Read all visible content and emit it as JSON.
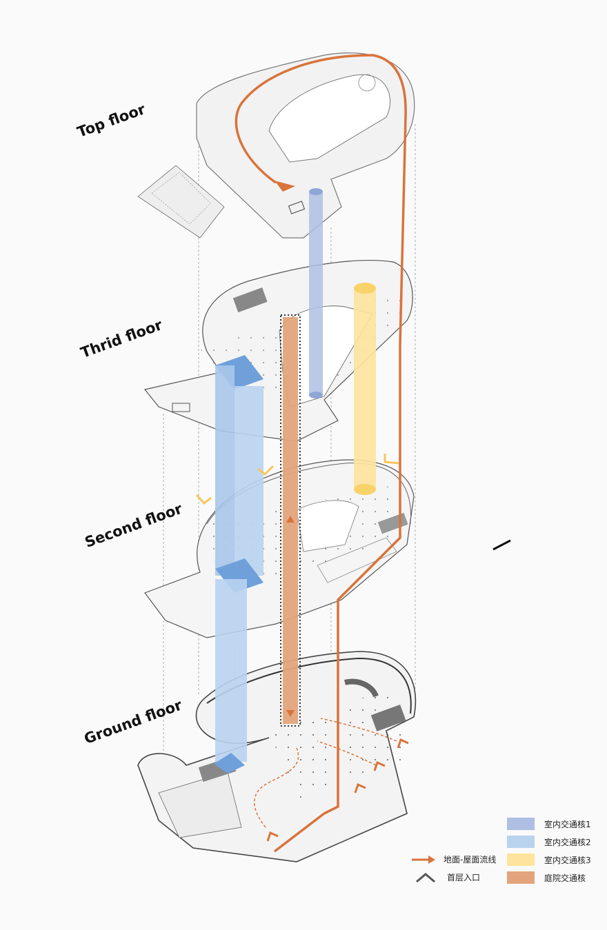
{
  "floors": {
    "top": "Top floor",
    "third": "Thrid floor",
    "second": "Second floor",
    "ground": "Ground floor"
  },
  "legend": {
    "core1": {
      "label": "室内交通核1",
      "color": "#aebfe3"
    },
    "core2": {
      "label": "室内交通核2",
      "color": "#b9d3ef"
    },
    "core3": {
      "label": "室内交通核3",
      "color": "#fde39c"
    },
    "courtyard": {
      "label": "庭院交通核",
      "color": "#e3a47c"
    },
    "flow": {
      "label": "地面-屋面流线",
      "color": "#d9733a",
      "icon": "arrow-right-icon"
    },
    "entrance": {
      "label": "首层入口",
      "color": "#555555",
      "icon": "chevron-up-icon"
    }
  }
}
